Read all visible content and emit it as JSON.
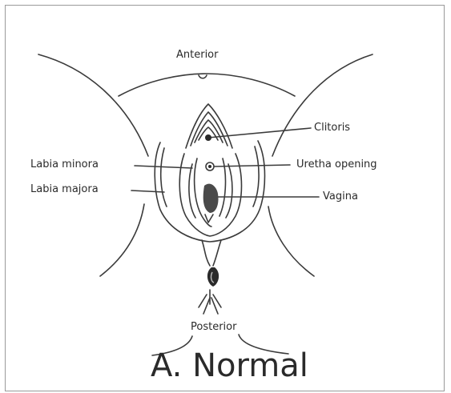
{
  "title": "A. Normal",
  "labels": {
    "anterior": "Anterior",
    "posterior": "Posterior",
    "clitoris": "Clitoris",
    "urethra_opening": "Uretha opening",
    "vagina": "Vagina",
    "labia_minora": "Labia minora",
    "labia_majora": "Labia majora"
  }
}
